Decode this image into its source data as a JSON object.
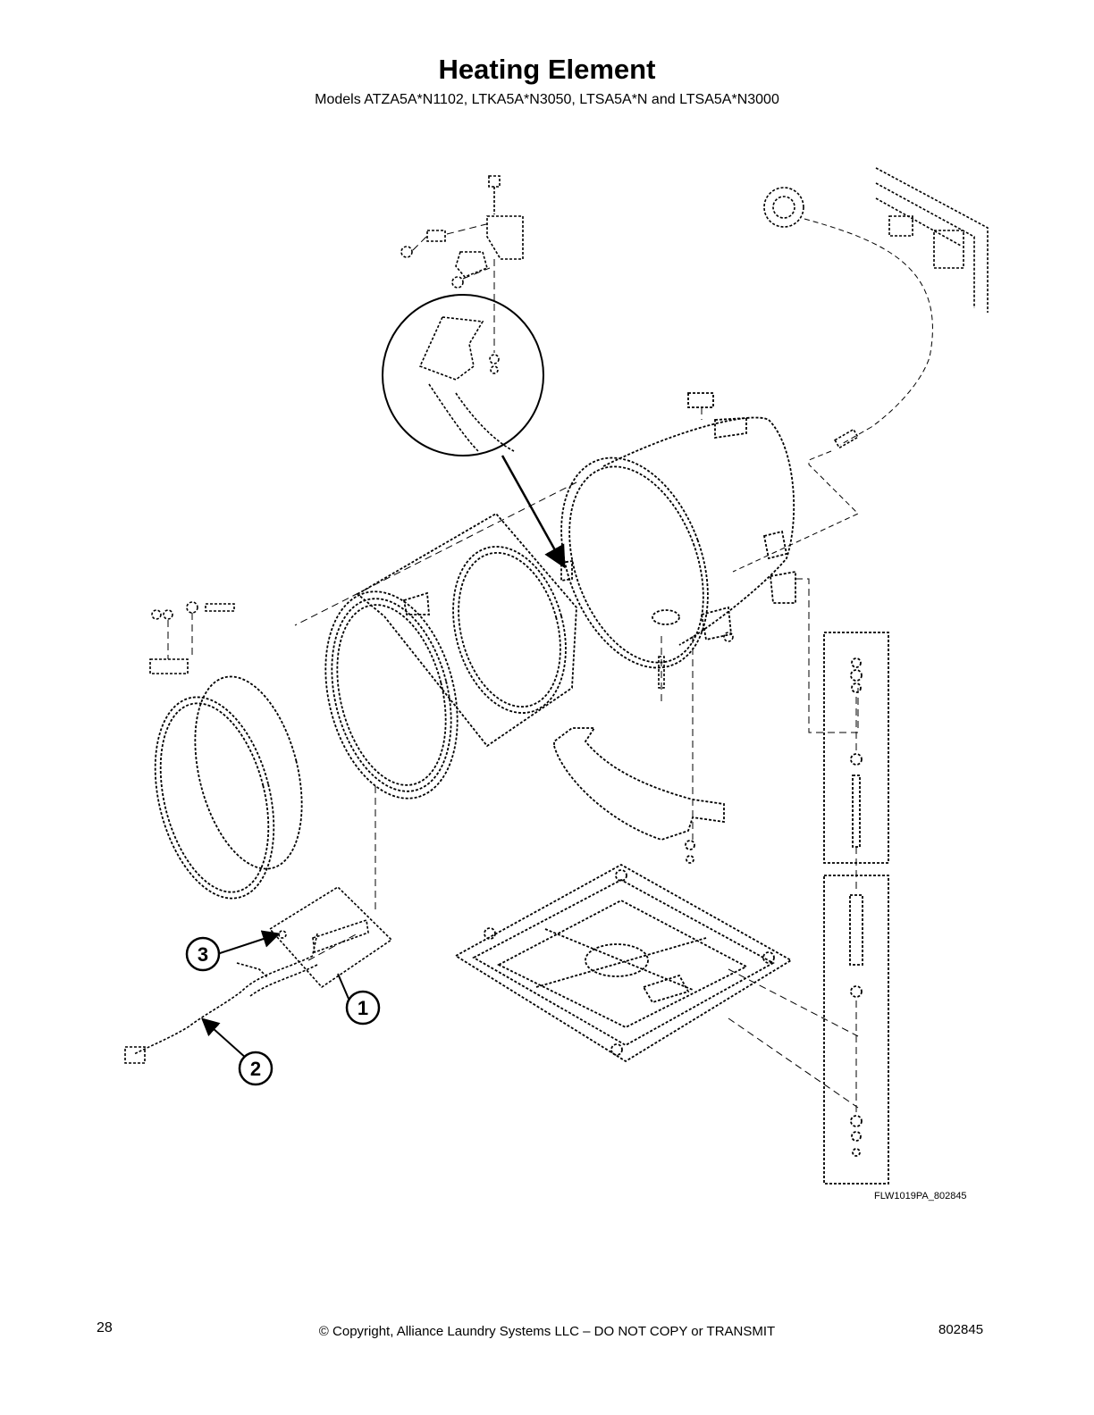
{
  "header": {
    "title": "Heating Element",
    "subtitle": "Models ATZA5A*N1102, LTKA5A*N3050, LTSA5A*N and LTSA5A*N3000"
  },
  "diagram": {
    "figure_code": "FLW1019PA_802845",
    "callouts": [
      {
        "number": "1",
        "part": "heating-element"
      },
      {
        "number": "2",
        "part": "wire-harness"
      },
      {
        "number": "3",
        "part": "nut"
      }
    ]
  },
  "footer": {
    "page_number": "28",
    "copyright": "© Copyright, Alliance Laundry Systems LLC – DO NOT COPY or TRANSMIT",
    "document_number": "802845"
  }
}
